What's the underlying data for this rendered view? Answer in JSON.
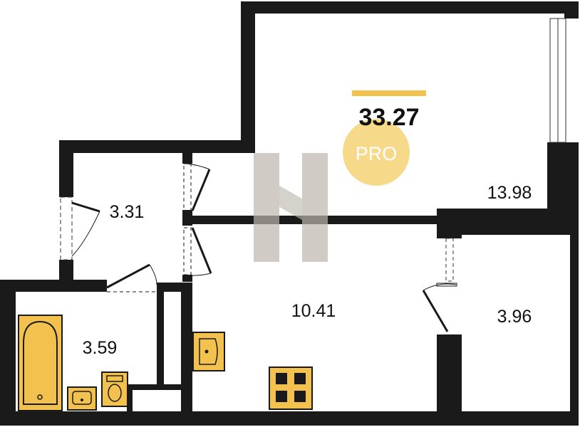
{
  "plan": {
    "total_area": "33.27",
    "badge": "PRO",
    "rooms": {
      "living_room": "13.98",
      "hallway": "3.31",
      "kitchen": "10.41",
      "bathroom": "3.59",
      "loggia": "3.96"
    }
  },
  "colors": {
    "wall": "#1a1a1a",
    "fixture_fill": "#f2c14e",
    "accent_bar": "#f2c14e",
    "badge_circle": "#f7d98a",
    "watermark": "#bdb7ad"
  },
  "icons": {
    "watermark": "h-logo-watermark",
    "bathtub": "bathtub-icon",
    "sink": "sink-icon",
    "toilet": "toilet-icon",
    "stove": "stove-icon"
  }
}
